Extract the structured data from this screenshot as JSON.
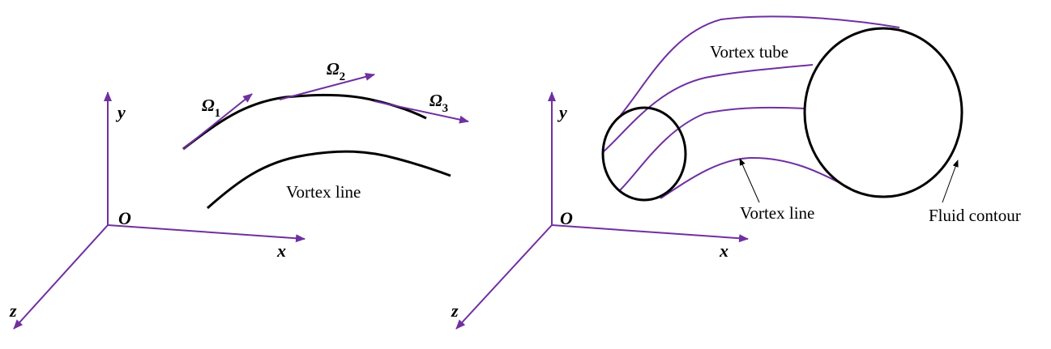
{
  "colors": {
    "axis": "#7030A0",
    "curve": "#000000",
    "text": "#000000"
  },
  "left_panel": {
    "axes": {
      "y": "y",
      "x": "x",
      "z": "z",
      "origin": "O"
    },
    "vectors": [
      {
        "symbol": "Ω",
        "subscript": "1"
      },
      {
        "symbol": "Ω",
        "subscript": "2"
      },
      {
        "symbol": "Ω",
        "subscript": "3"
      }
    ],
    "vortex_line_label": "Vortex line"
  },
  "right_panel": {
    "axes": {
      "y": "y",
      "x": "x",
      "z": "z",
      "origin": "O"
    },
    "vortex_tube_label": "Vortex tube",
    "vortex_line_label": "Vortex line",
    "fluid_contour_label": "Fluid contour"
  }
}
